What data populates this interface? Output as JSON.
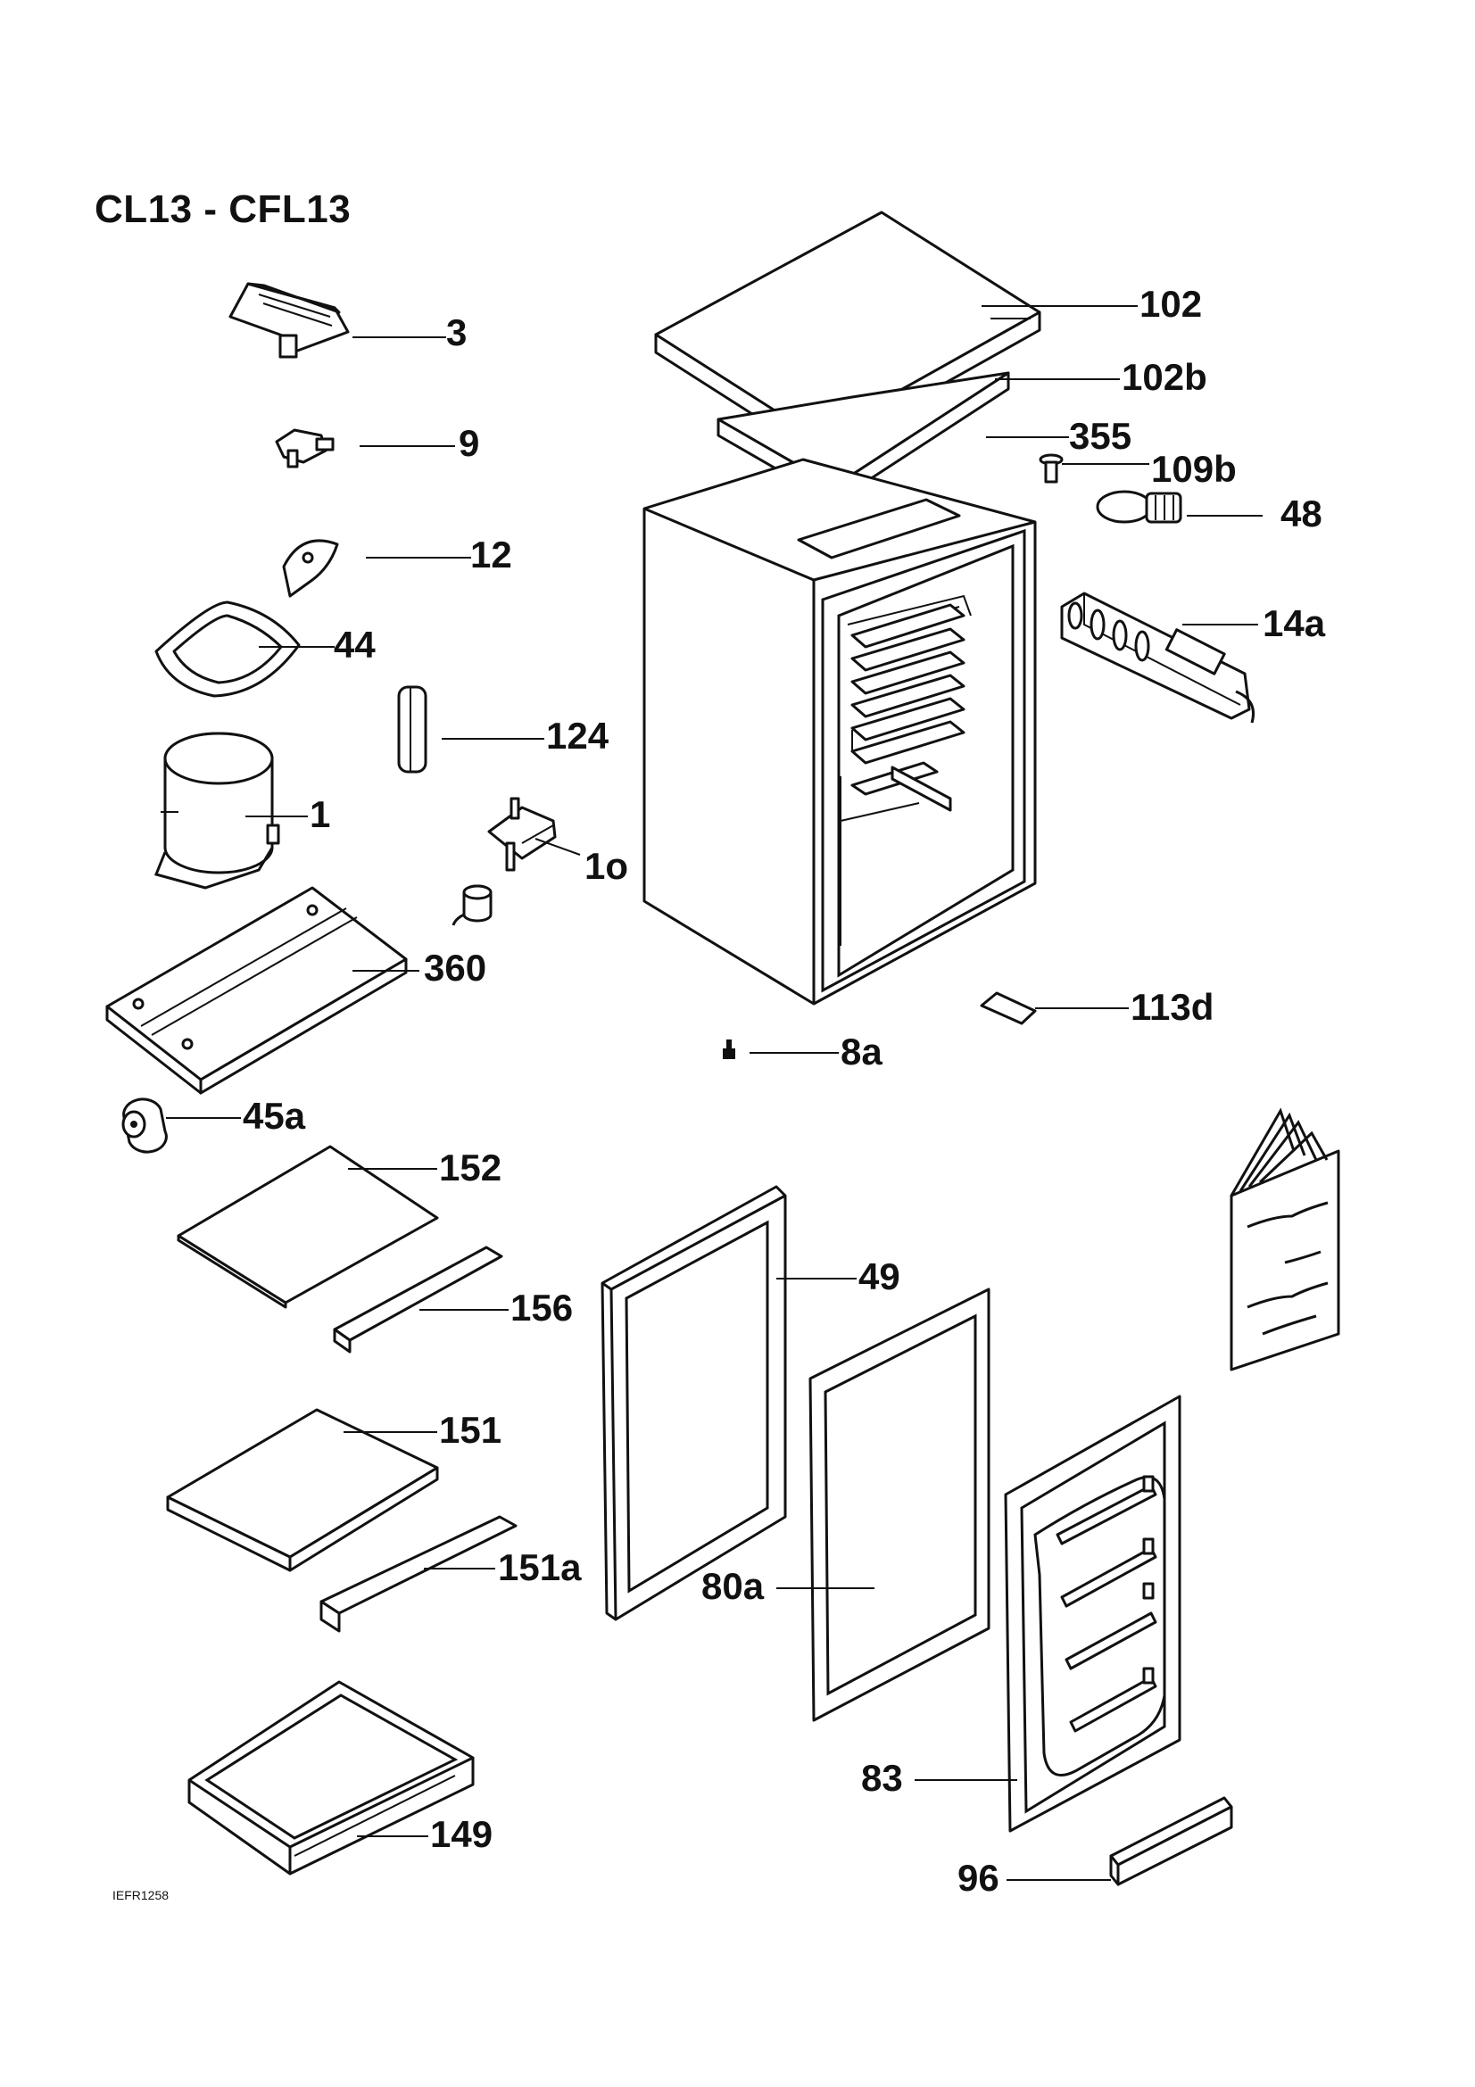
{
  "title": "CL13 - CFL13",
  "drawing_code": "IEFR1258",
  "labels": {
    "l3": "3",
    "l9": "9",
    "l12": "12",
    "l44": "44",
    "l124": "124",
    "l1": "1",
    "l1o": "1o",
    "l360": "360",
    "l45a": "45a",
    "l152": "152",
    "l156": "156",
    "l151": "151",
    "l151a": "151a",
    "l149": "149",
    "l102": "102",
    "l102b": "102b",
    "l355": "355",
    "l109b": "109b",
    "l48": "48",
    "l14a": "14a",
    "l113d": "113d",
    "l8a": "8a",
    "l49": "49",
    "l80a": "80a",
    "l83": "83",
    "l96": "96"
  }
}
